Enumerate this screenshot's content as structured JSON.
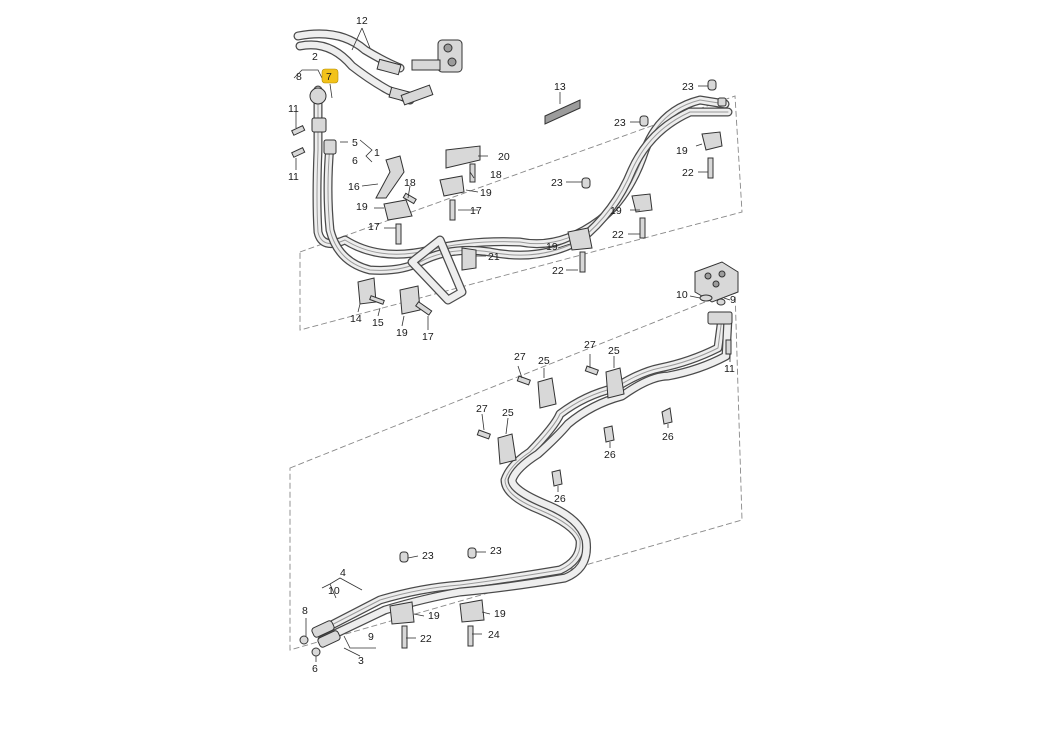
{
  "highlight_color": "#f2c21a",
  "callouts": [
    {
      "id": "c12",
      "text": "12"
    },
    {
      "id": "c2",
      "text": "2"
    },
    {
      "id": "c8a",
      "text": "8"
    },
    {
      "id": "c7",
      "text": "7"
    },
    {
      "id": "c11a",
      "text": "11"
    },
    {
      "id": "c11b",
      "text": "11"
    },
    {
      "id": "c5",
      "text": "5"
    },
    {
      "id": "c1",
      "text": "1"
    },
    {
      "id": "c6a",
      "text": "6"
    },
    {
      "id": "c13",
      "text": "13"
    },
    {
      "id": "c23a",
      "text": "23"
    },
    {
      "id": "c23b",
      "text": "23"
    },
    {
      "id": "c23c",
      "text": "23"
    },
    {
      "id": "c20",
      "text": "20"
    },
    {
      "id": "c18a",
      "text": "18"
    },
    {
      "id": "c18b",
      "text": "18"
    },
    {
      "id": "c16",
      "text": "16"
    },
    {
      "id": "c19a",
      "text": "19"
    },
    {
      "id": "c19b",
      "text": "19"
    },
    {
      "id": "c19c",
      "text": "19"
    },
    {
      "id": "c19d",
      "text": "19"
    },
    {
      "id": "c19e",
      "text": "19"
    },
    {
      "id": "c19f",
      "text": "19"
    },
    {
      "id": "c17a",
      "text": "17"
    },
    {
      "id": "c17b",
      "text": "17"
    },
    {
      "id": "c17c",
      "text": "17"
    },
    {
      "id": "c22a",
      "text": "22"
    },
    {
      "id": "c22b",
      "text": "22"
    },
    {
      "id": "c22c",
      "text": "22"
    },
    {
      "id": "c21",
      "text": "21"
    },
    {
      "id": "c14",
      "text": "14"
    },
    {
      "id": "c15",
      "text": "15"
    },
    {
      "id": "c10a",
      "text": "10"
    },
    {
      "id": "c9a",
      "text": "9"
    },
    {
      "id": "c11c",
      "text": "11"
    },
    {
      "id": "c27a",
      "text": "27"
    },
    {
      "id": "c27b",
      "text": "27"
    },
    {
      "id": "c27c",
      "text": "27"
    },
    {
      "id": "c25a",
      "text": "25"
    },
    {
      "id": "c25b",
      "text": "25"
    },
    {
      "id": "c25c",
      "text": "25"
    },
    {
      "id": "c26a",
      "text": "26"
    },
    {
      "id": "c26b",
      "text": "26"
    },
    {
      "id": "c26c",
      "text": "26"
    },
    {
      "id": "c23d",
      "text": "23"
    },
    {
      "id": "c23e",
      "text": "23"
    },
    {
      "id": "c4",
      "text": "4"
    },
    {
      "id": "c10b",
      "text": "10"
    },
    {
      "id": "c8b",
      "text": "8"
    },
    {
      "id": "c19g",
      "text": "19"
    },
    {
      "id": "c19h",
      "text": "19"
    },
    {
      "id": "c22d",
      "text": "22"
    },
    {
      "id": "c24",
      "text": "24"
    },
    {
      "id": "c9b",
      "text": "9"
    },
    {
      "id": "c6b",
      "text": "6"
    },
    {
      "id": "c3",
      "text": "3"
    }
  ]
}
